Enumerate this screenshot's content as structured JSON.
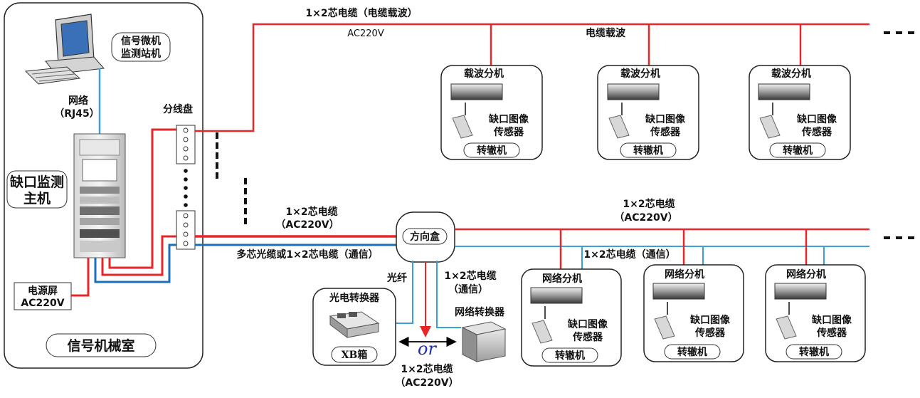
{
  "room": {
    "label": "信号机械室",
    "workstation_label_line1": "信号微机",
    "workstation_label_line2": "监测站机",
    "network_line1": "网络",
    "network_line2": "（RJ45）",
    "host_label_line1": "缺口监测",
    "host_label_line2": "主机",
    "power_line1": "电源屏",
    "power_line2": "AC220V"
  },
  "splitter_label": "分线盘",
  "top_line": {
    "cable_label": "1×2芯电缆（电缆载波）",
    "voltage_label": "AC220V",
    "carrier_label": "电缆载波"
  },
  "carrier_units": [
    {
      "title": "载波分机",
      "sensor_line1": "缺口图像",
      "sensor_line2": "传感器",
      "machine": "转辙机"
    },
    {
      "title": "载波分机",
      "sensor_line1": "缺口图像",
      "sensor_line2": "传感器",
      "machine": "转辙机"
    },
    {
      "title": "载波分机",
      "sensor_line1": "缺口图像",
      "sensor_line2": "传感器",
      "machine": "转辙机"
    }
  ],
  "bottom_line": {
    "cable_label_line1": "1×2芯电缆",
    "cable_label_line2": "（AC220V）",
    "comm_label": "多芯光缆或1×2芯电缆（通信）",
    "direction_box": "方向盒",
    "right_power_line1": "1×2芯电缆",
    "right_power_line2": "（AC220V）",
    "right_comm_label": "1×2芯电缆（通信）",
    "fiber_label": "光纤",
    "down_cable_line1": "1×2芯电缆",
    "down_cable_line2": "（通信）",
    "optical_converter": "光电转换器",
    "network_converter": "网络转换器",
    "xb_box": "XB箱",
    "or_label": "or",
    "bottom_cable_line1": "1×2芯电缆",
    "bottom_cable_line2": "（AC220V）"
  },
  "network_units": [
    {
      "title": "网络分机",
      "sensor_line1": "缺口图像",
      "sensor_line2": "传感器",
      "machine": "转辙机"
    },
    {
      "title": "网络分机",
      "sensor_line1": "缺口图像",
      "sensor_line2": "传感器",
      "machine": "转辙机"
    },
    {
      "title": "网络分机",
      "sensor_line1": "缺口图像",
      "sensor_line2": "传感器",
      "machine": "转辙机"
    }
  ],
  "colors": {
    "power": "#e8262a",
    "comm": "#3aa0d8",
    "carrier_red": "#e8262a",
    "bus_blue": "#1d6fb8",
    "or_text": "#1f2fa8"
  }
}
